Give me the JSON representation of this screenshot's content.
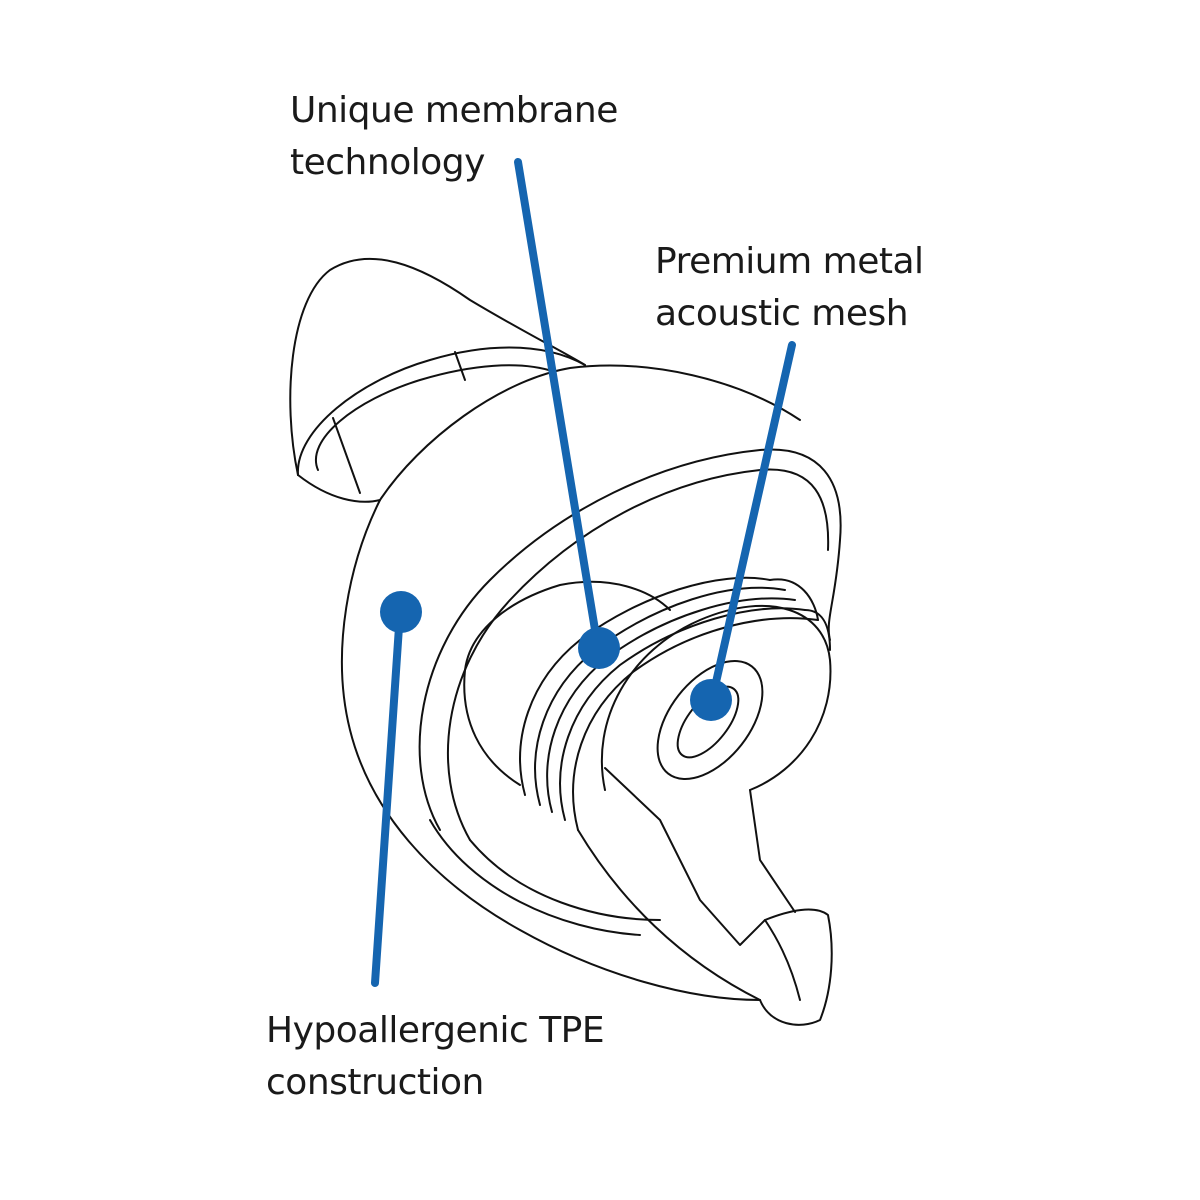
{
  "diagram": {
    "subject": "earbud-tip",
    "accent_color": "#1565b0",
    "outline_color": "#111111",
    "callouts": [
      {
        "id": "membrane",
        "lines": [
          "Unique membrane",
          "technology"
        ]
      },
      {
        "id": "mesh",
        "lines": [
          "Premium metal",
          "acoustic mesh"
        ]
      },
      {
        "id": "tpe",
        "lines": [
          "Hypoallergenic TPE",
          "construction"
        ]
      }
    ]
  }
}
